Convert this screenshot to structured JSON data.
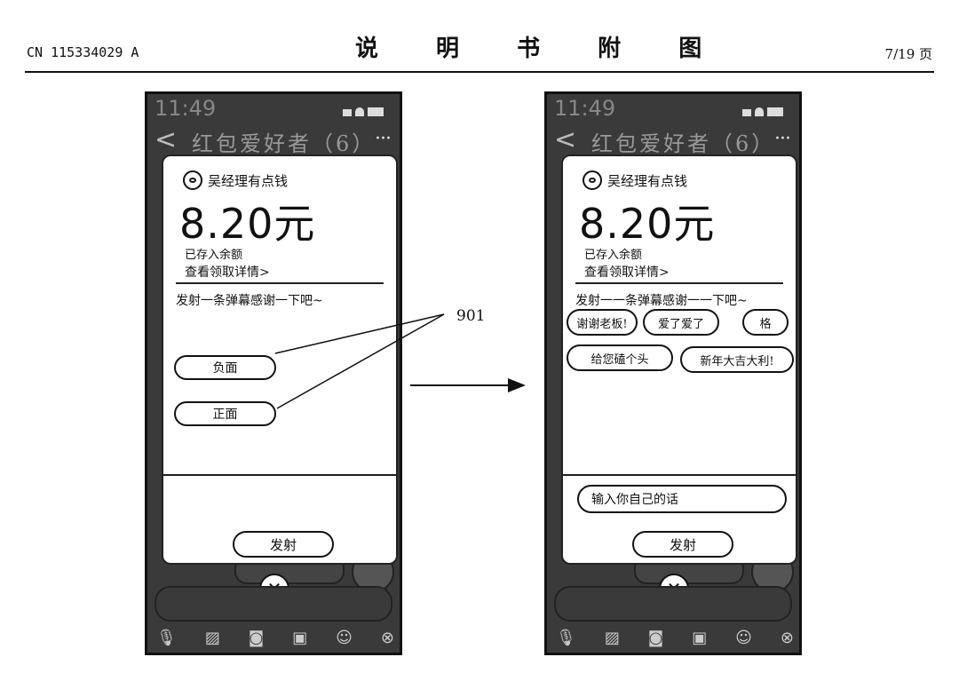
{
  "header": {
    "publication_number": "CN 115334029 A",
    "title": "说 明 书 附 图",
    "page": "7/19 页"
  },
  "callout": {
    "label": "901"
  },
  "left_phone": {
    "time": "11:49",
    "chat_title": "红包爱好者（6）",
    "more": "···",
    "back": "<",
    "sender": "吴经理有点钱",
    "amount": "8.20元",
    "stored_text": "已存入余额",
    "detail_link": "查看领取详情>",
    "prompt": "发射一条弹幕感谢一下吧~",
    "options": [
      "负面",
      "正面"
    ],
    "send_button": "发射",
    "close": "✕"
  },
  "right_phone": {
    "time": "11:49",
    "chat_title": "红包爱好者（6）",
    "more": "···",
    "back": "<",
    "sender": "吴经理有点钱",
    "amount": "8.20元",
    "stored_text": "已存入余额",
    "detail_link": "查看领取详情>",
    "prompt": "发射一一条弹幕感谢一一下吧~",
    "bubbles": [
      "谢谢老板!",
      "爱了爱了",
      "格",
      "给您磕个头",
      "新年大吉大利!"
    ],
    "input_placeholder": "输入你自己的话",
    "send_button": "发射",
    "close": "✕"
  },
  "toolbar_icons": [
    "microphone-icon",
    "image-icon",
    "camera-icon",
    "redpacket-icon",
    "emoji-icon",
    "close-circle-icon"
  ]
}
